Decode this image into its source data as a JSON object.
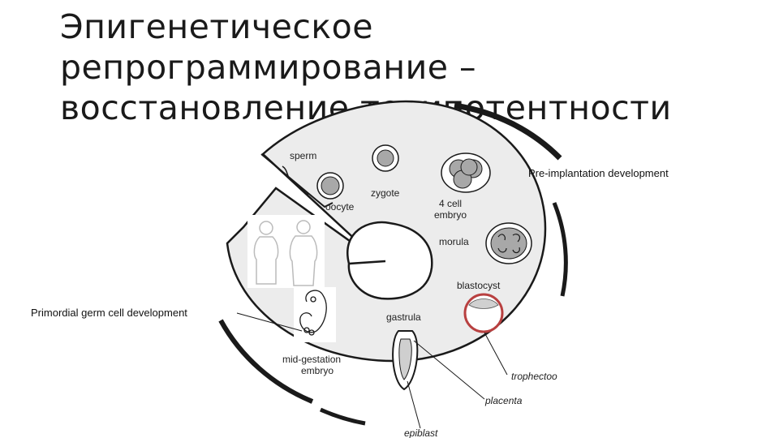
{
  "slide": {
    "title_lines": [
      "Эпигенетическое",
      "репрограммирование –",
      "восстановление тотипотентности"
    ]
  },
  "diagram": {
    "stages": {
      "sperm": "sperm",
      "oocyte": "oocyte",
      "zygote": "zygote",
      "four_cell_line1": "4 cell",
      "four_cell_line2": "embryo",
      "morula": "morula",
      "blastocyst": "blastocyst",
      "gastrula": "gastrula",
      "mid_gestation_line1": "mid-gestation",
      "mid_gestation_line2": "embryo"
    },
    "annotations": {
      "trophectoderm": "trophectoo",
      "placenta": "placenta",
      "epiblast": "epiblast"
    },
    "side_labels": {
      "preimplantation": "Pre-implantation development",
      "primordial": "Primordial germ cell development"
    },
    "colors": {
      "outline": "#1a1a1a",
      "disc_fill": "#ececec",
      "cell_fill": "#a8a8a8",
      "blastocyst_ring": "#b84040"
    }
  }
}
